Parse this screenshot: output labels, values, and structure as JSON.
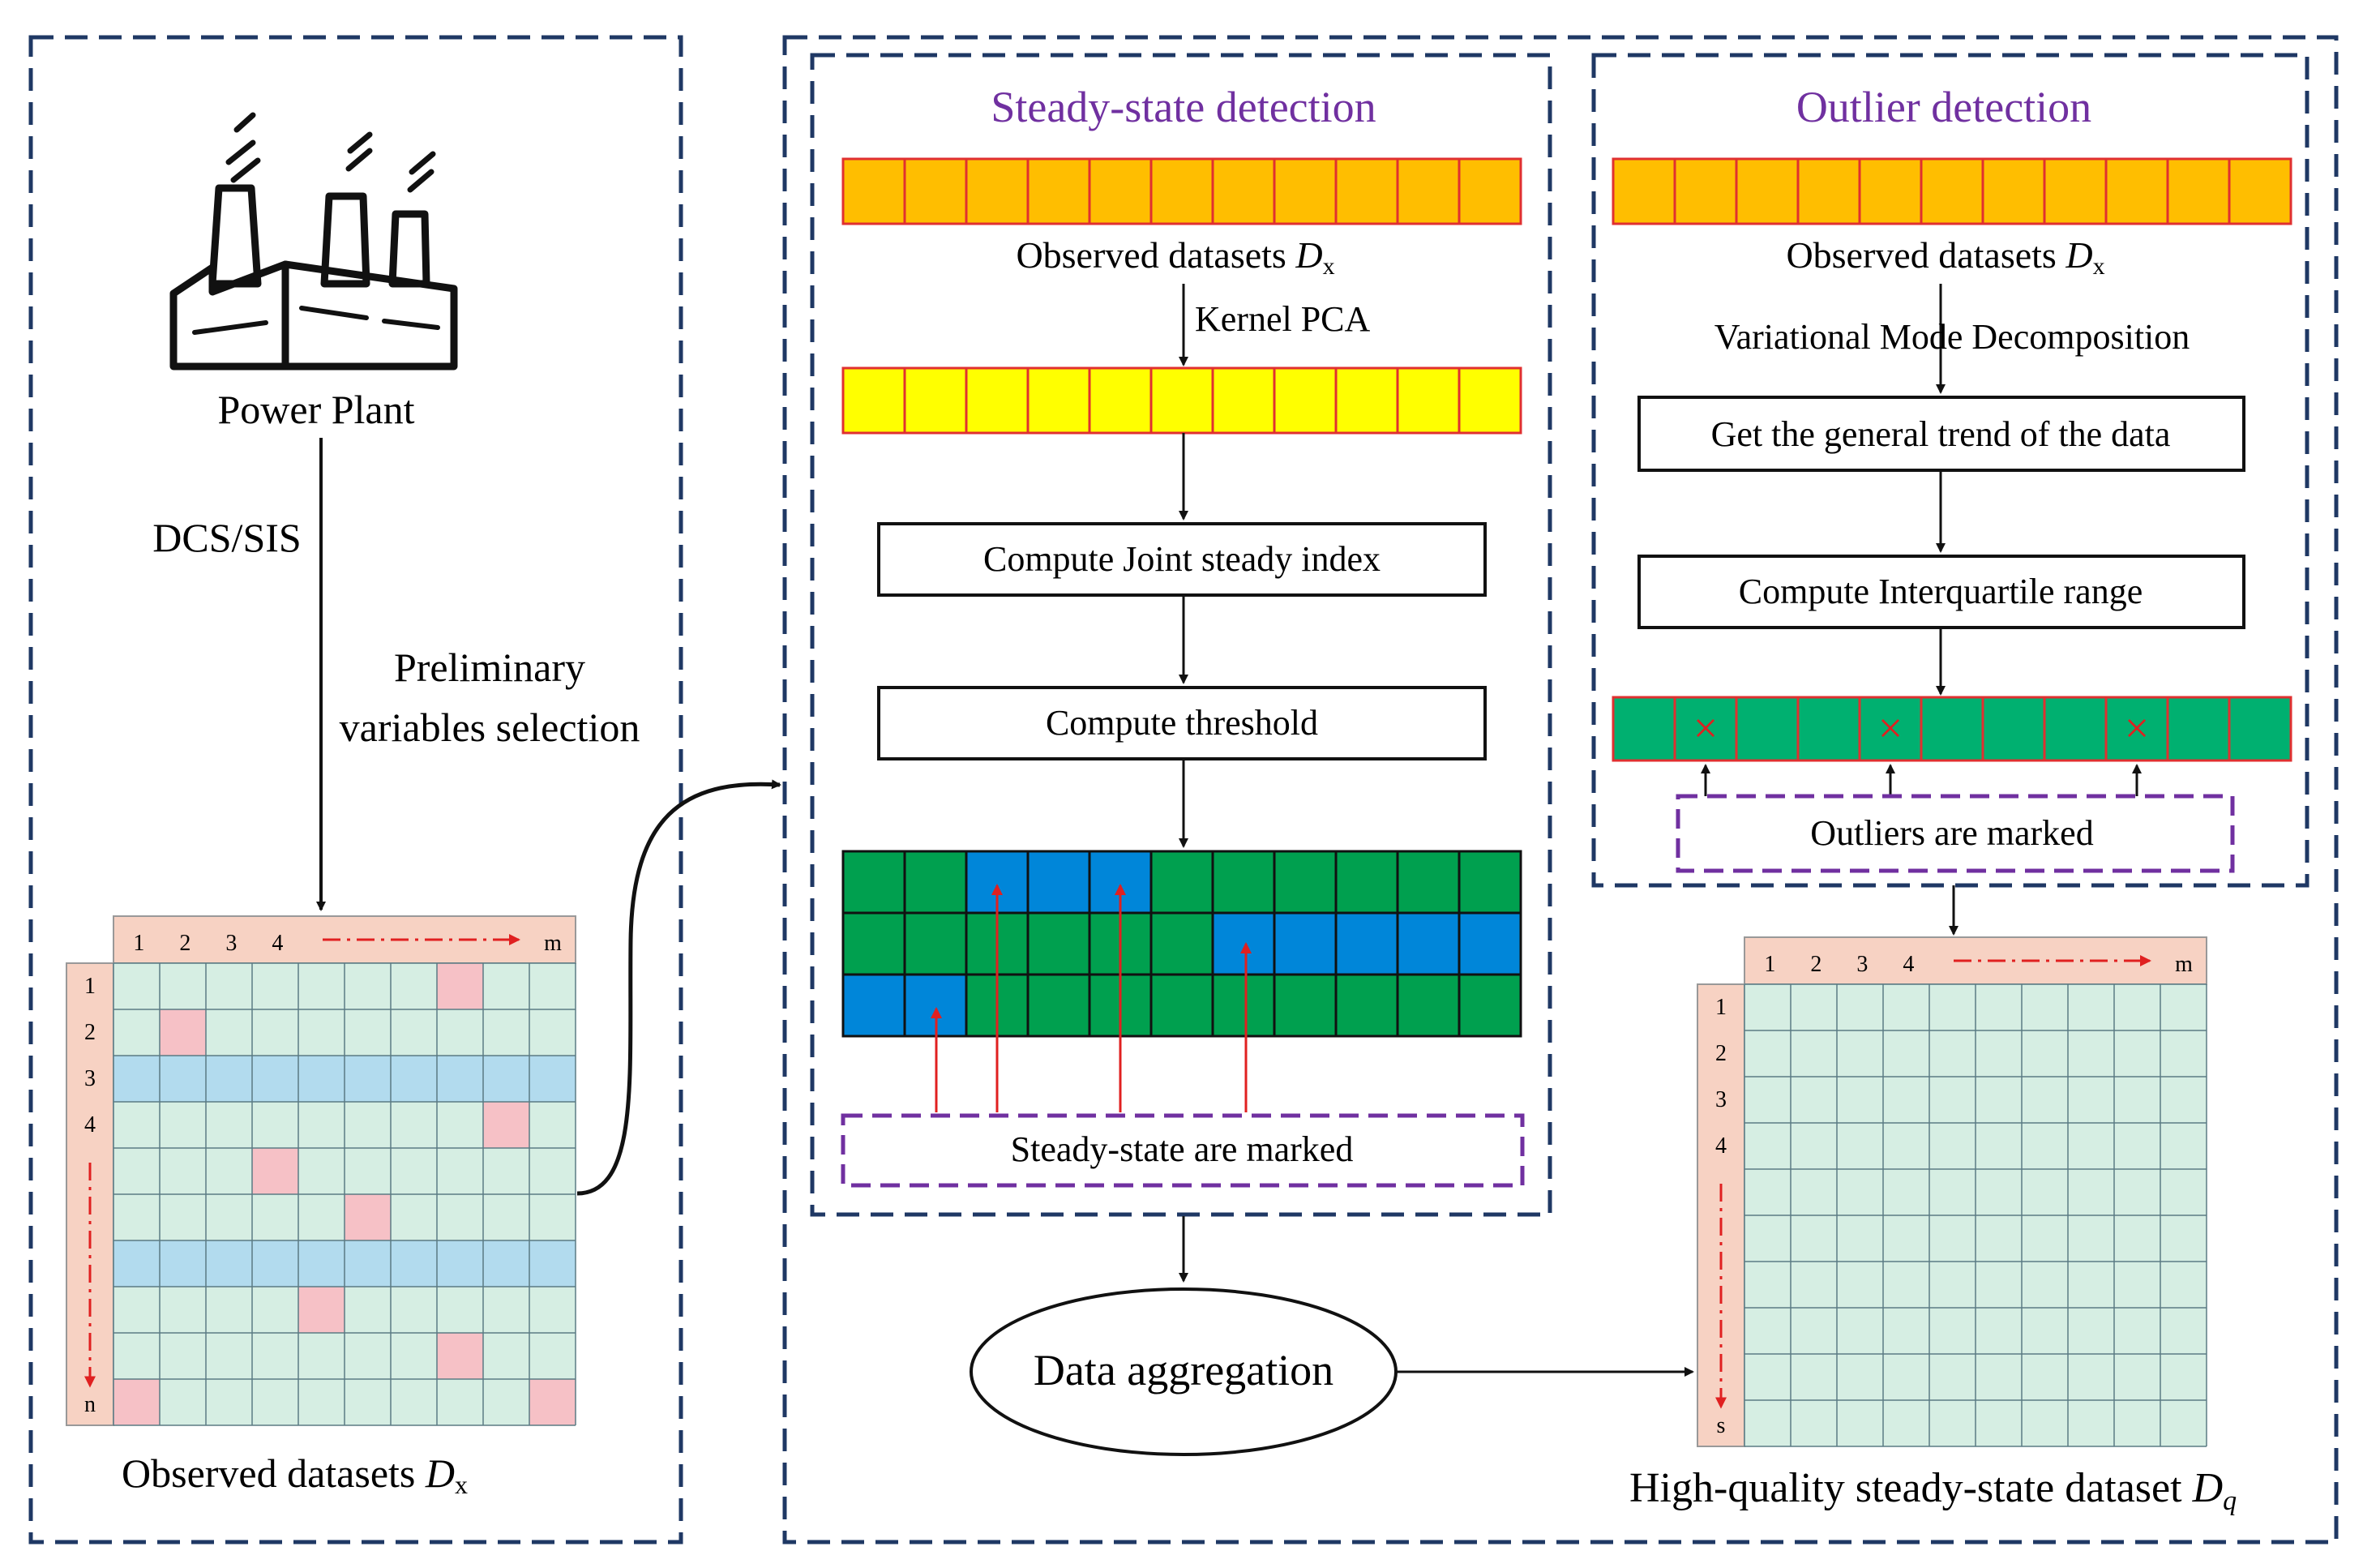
{
  "left_panel": {
    "plant_label": "Power Plant",
    "dcs_label": "DCS/SIS",
    "selection_label_line1": "Preliminary",
    "selection_label_line2": "variables selection",
    "caption_text": "Observed datasets ",
    "caption_symbol": "D",
    "caption_sub": "x",
    "matrix": {
      "col_labels": [
        "1",
        "2",
        "3",
        "4",
        "m"
      ],
      "row_labels": [
        "1",
        "2",
        "3",
        "4",
        "n"
      ],
      "fill_color": "#d6eee3",
      "header_color": "#f7d2c3",
      "outlier_color": "#f6c1c6",
      "band_color": "#b2dbee"
    }
  },
  "steady_panel": {
    "title": "Steady-state detection",
    "observed_text": "Observed datasets ",
    "observed_symbol": "D",
    "observed_sub": "x",
    "kernel_label": "Kernel PCA",
    "step1": "Compute Joint steady index",
    "step2": "Compute threshold",
    "marked_label": "Steady-state are marked",
    "colors": {
      "orange": "#ffbe00",
      "yellow": "#ffff00",
      "green": "#00a04f",
      "blue": "#0086d9",
      "cell_border": "#e03030"
    }
  },
  "outlier_panel": {
    "title": "Outlier detection",
    "observed_text": "Observed datasets ",
    "observed_symbol": "D",
    "observed_sub": "x",
    "vmd_label": "Variational Mode Decomposition",
    "step1": "Get the general trend of the data",
    "step2": "Compute Interquartile range",
    "marked_label": "Outliers are marked",
    "outlier_mark": "×",
    "colors": {
      "green": "#00b070",
      "mark": "#e02020"
    }
  },
  "aggregation_label": "Data aggregation",
  "result": {
    "caption_text": "High-quality steady-state dataset ",
    "caption_symbol": "D",
    "caption_sub": "q",
    "col_labels": [
      "1",
      "2",
      "3",
      "4",
      "m"
    ],
    "row_labels": [
      "1",
      "2",
      "3",
      "4",
      "s"
    ]
  },
  "colors": {
    "frame": "#1f3864",
    "title": "#7030a0",
    "dashed_marker": "#7030a0",
    "arrow_red": "#e02020"
  }
}
